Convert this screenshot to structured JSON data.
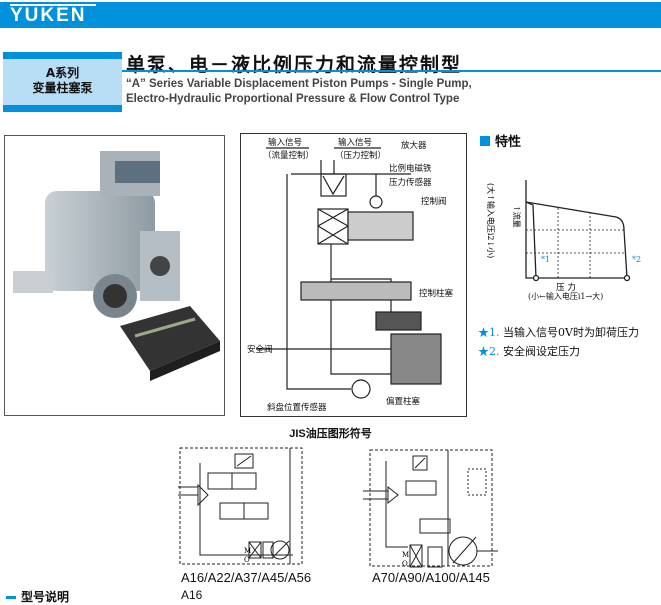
{
  "header": {
    "logo": "YUKEN"
  },
  "series": {
    "line1": "A系列",
    "line2": "变量柱塞泵"
  },
  "title": {
    "cn": "单泵、电－液比例压力和流量控制型",
    "en1": "“A” Series Variable Displacement Piston Pumps - Single Pump,",
    "en2": "Electro-Hydraulic Proportional Pressure & Flow Control Type"
  },
  "schematic": {
    "labels": {
      "in_flow": "输入信号",
      "in_flow_sub": "（流量控制）",
      "in_press": "输入信号",
      "in_press_sub": "（压力控制）",
      "amplifier": "放大器",
      "solenoid": "比例电磁铁",
      "pressure_sensor": "压力传感器",
      "control_valve": "控制阀",
      "control_piston": "控制柱塞",
      "safety_valve": "安全阀",
      "swash_sensor": "斜盘位置传感器",
      "bias_piston": "偏置柱塞"
    }
  },
  "characteristics": {
    "heading": "特性",
    "y_label_left": "(大↑输入电压i2↓小)",
    "y_label": "↑流量",
    "x_label": "压  力",
    "x_sub": "(小←输入电压i1→大)",
    "mark1": "*1",
    "mark2": "*2",
    "note1_star": "★1.",
    "note1": "当输入信号0V时为卸荷压力",
    "note2_star": "★2.",
    "note2": "安全阀设定压力"
  },
  "jis": {
    "title": "JIS油压图形符号",
    "left_models": "A16/A22/A37/A45/A56",
    "right_models": "A70/A90/A100/A145"
  },
  "footer": {
    "section": "型号说明",
    "model_start": "A16"
  },
  "colors": {
    "brand": "#0090dc",
    "box": "#b8def5"
  }
}
